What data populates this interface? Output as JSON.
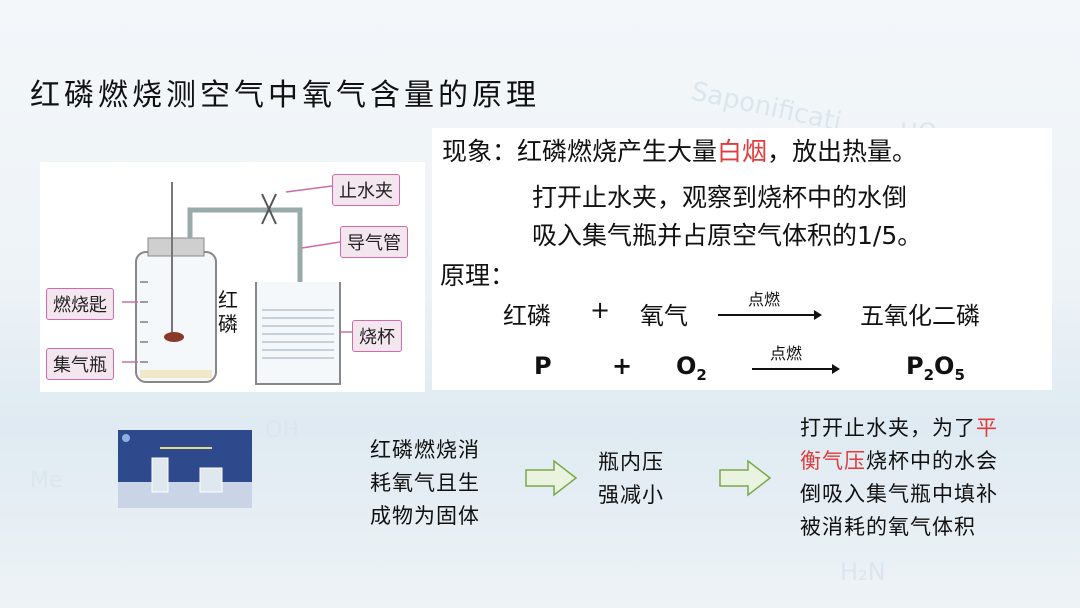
{
  "title": "红磷燃烧测空气中氧气含量的原理",
  "watermarks": [
    "Saponificati",
    "HO",
    "OH",
    "Me",
    "H₂N"
  ],
  "phenomenon": {
    "label": "现象：",
    "line1_pre": "红磷燃烧产生大量",
    "line1_red": "白烟",
    "line1_post": "，放出热量。",
    "line2": "打开止水夹，观察到烧杯中的水倒",
    "line3": "吸入集气瓶并占原空气体积的1/5。"
  },
  "principle": {
    "label": "原理：",
    "word_eq": {
      "reactant1": "红磷",
      "plus": "+",
      "reactant2": "氧气",
      "condition": "点燃",
      "product": "五氧化二磷"
    },
    "formula_eq": {
      "reactant1": "P",
      "plus": "+",
      "reactant2_base": "O",
      "reactant2_sub": "2",
      "condition": "点燃",
      "product_p": "P",
      "product_p_sub": "2",
      "product_o": "O",
      "product_o_sub": "5"
    }
  },
  "apparatus": {
    "labels": {
      "clamp": "止水夹",
      "tube": "导气管",
      "spoon": "燃烧匙",
      "red_p_1": "红",
      "red_p_2": "磷",
      "beaker": "烧杯",
      "bottle": "集气瓶"
    }
  },
  "flow": {
    "step1": [
      "红磷燃烧消",
      "耗氧气且生",
      "成物为固体"
    ],
    "step2": [
      "瓶内压",
      "强减小"
    ],
    "step3_l1_pre": "打开止水夹，为了",
    "step3_l1_red": "平",
    "step3_l2_red": "衡气压",
    "step3_l2_post": "烧杯中的水会",
    "step3_l3": "倒吸入集气瓶中填补",
    "step3_l4": "被消耗的氧气体积"
  },
  "colors": {
    "accent_red": "#e03c3c",
    "label_border": "#d16aa8",
    "label_bg": "#f4e6ee",
    "arrow_green": "#7aa84a"
  }
}
